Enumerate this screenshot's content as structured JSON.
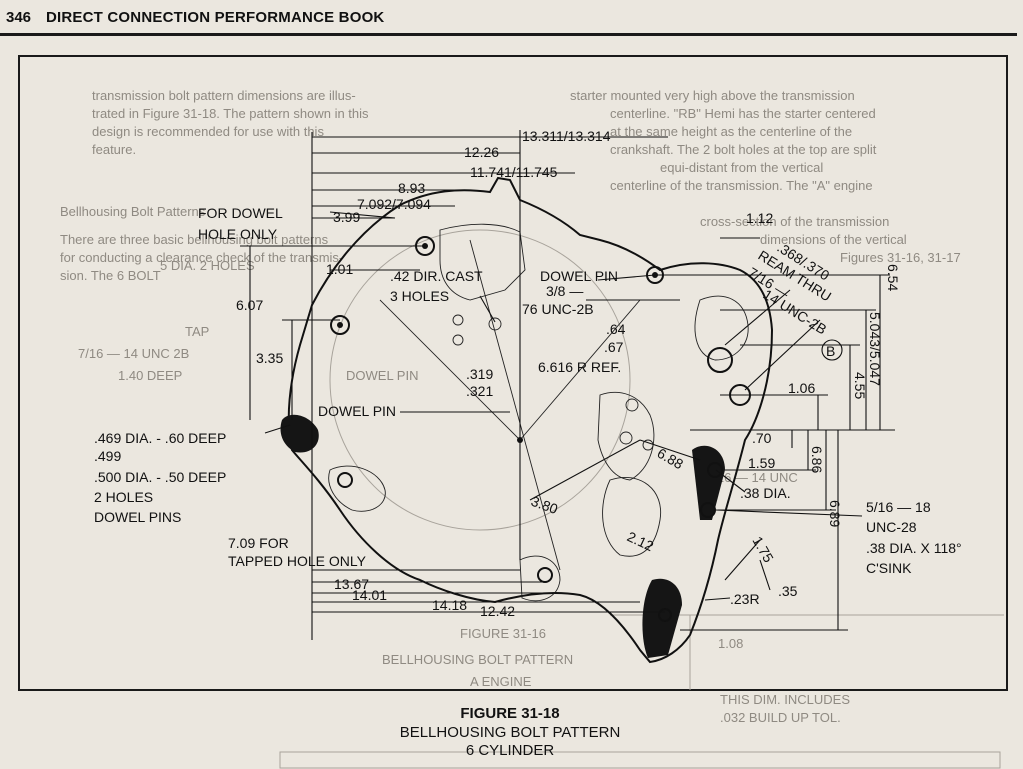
{
  "header": {
    "page_number": "346",
    "book_title": "DIRECT CONNECTION PERFORMANCE BOOK"
  },
  "caption": {
    "figure": "FIGURE 31-18",
    "title_line1": "BELLHOUSING BOLT PATTERN",
    "title_line2": "6 CYLINDER"
  },
  "dimensions": {
    "top": [
      "13.311/13.314",
      "12.26",
      "11.741/11.745",
      "8.93",
      "7.092/7.094",
      "3.99"
    ],
    "bottom": [
      "13.67",
      "14.01",
      "14.18",
      "12.42",
      "7.09 FOR",
      "TAPPED HOLE ONLY"
    ],
    "left": [
      "6.07",
      "3.35",
      "1.01"
    ],
    "right": [
      "1.12",
      "6.54",
      "5.043/5.047",
      "4.55",
      "1.06",
      ".70",
      "1.59",
      "6.86",
      "6.89"
    ],
    "interior": [
      ".319",
      ".321",
      "6.616 R REF.",
      ".64",
      ".67",
      "6.88",
      "3.80",
      "2.12",
      "1.75",
      ".35",
      ".23R",
      ".38 DIA."
    ]
  },
  "callouts": {
    "dowel_hole_1": "FOR DOWEL",
    "dowel_hole_2": "HOLE ONLY",
    "dir_cast_1": ".42 DIR. CAST",
    "dir_cast_2": "3 HOLES",
    "dowel_pin_right": "DOWEL PIN",
    "unc_1": "3/8 —",
    "unc_2": "76 UNC-2B",
    "ream_1": ".368/.370",
    "ream_2": "REAM THRU",
    "ream_3": "7/16 —",
    "ream_4": "14 UNC-2B",
    "circled_b": "B",
    "dowel_pin_left": "DOWEL PIN",
    "left_dia_1": ".469 DIA. - .60 DEEP",
    "left_dia_2": ".499",
    "left_dia_3": ".500 DIA. - .50 DEEP",
    "left_dia_4": "2 HOLES",
    "left_dia_5": "DOWEL PINS",
    "right_thread_1": "5/16 — 18",
    "right_thread_2": "UNC-28",
    "right_thread_3": ".38 DIA. X 118°",
    "right_thread_4": "C'SINK"
  },
  "bleed_through": {
    "lines": [
      "transmission bolt pattern dimensions are illus-",
      "trated in Figure 31-18. The pattern shown in this",
      "design is recommended for use with this",
      "feature.",
      "Bellhousing Bolt Patterns",
      "There are three basic bellhousing bolt patterns",
      "for conducting a clearance check of the transmis-",
      "sion. The 6 BOLT",
      "starter mounted very high above the transmission",
      "centerline. \"RB\" Hemi has the starter centered",
      "at the same height as the centerline of the",
      "crankshaft. The 2 bolt holes at the top are split",
      "equi-distant from the vertical",
      "centerline of the transmission. The \"A\" engine",
      "cross-section of the transmission",
      "dimensions of the vertical",
      "Figures 31-16, 31-17"
    ],
    "mirrored_labels": [
      "TAP",
      "7/16 — 14 UNC 2B",
      "1.40 DEEP",
      "DOWEL PIN",
      "7/16 — 14 UNC",
      "FIGURE 31-16",
      "BELLHOUSING BOLT PATTERN",
      "A ENGINE",
      "THIS DIM. INCLUDES",
      ".032 BUILD UP TOL.",
      "1.08",
      "5 DIA. 2 HOLES"
    ]
  }
}
